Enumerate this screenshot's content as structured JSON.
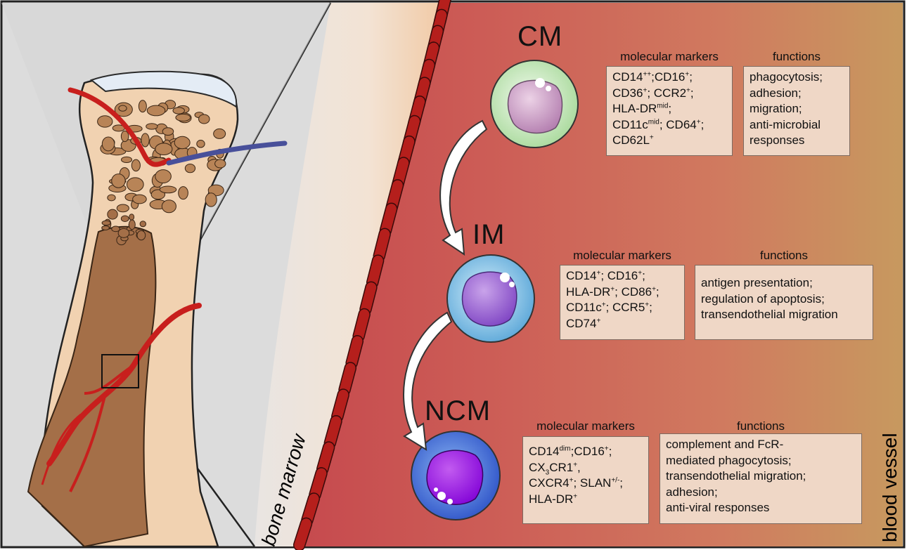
{
  "labels": {
    "bone_marrow": "bone marrow",
    "blood_vessel": "blood vessel"
  },
  "colors": {
    "background": "#cc5a4e",
    "vessel_wall": "#b51f1c",
    "bone": "#f2d2b2",
    "marrow": "#9b6741",
    "artery": "#c81f1d",
    "vein": "#48509a",
    "box_fill": "#efd7c6"
  },
  "monocytes": [
    {
      "type": "CM",
      "markers_header": "molecular markers",
      "functions_header": "functions",
      "markers": [
        [
          "CD14",
          "++",
          ";CD16",
          "+",
          ";"
        ],
        [
          "CD36",
          "+",
          "; CCR2",
          "+",
          ";"
        ],
        [
          "HLA-DR",
          "mid",
          ";"
        ],
        [
          "CD11c",
          "mid",
          "; CD64",
          "+",
          ";"
        ],
        [
          "CD62L",
          "+"
        ]
      ],
      "functions": [
        "phagocytosis;",
        "adhesion;",
        "migration;",
        "anti-microbial",
        "responses"
      ],
      "cell_color": "green-pink"
    },
    {
      "type": "IM",
      "markers_header": "molecular markers",
      "functions_header": "functions",
      "markers": [
        [
          "CD14",
          "+",
          "; CD16",
          "+",
          ";"
        ],
        [
          "HLA-DR",
          "+",
          "; CD86",
          "+",
          ";"
        ],
        [
          "CD11c",
          "+",
          "; CCR5",
          "+",
          ";"
        ],
        [
          "CD74",
          "+"
        ]
      ],
      "functions": [
        "antigen presentation;",
        "regulation of apoptosis;",
        "transendothelial migration"
      ],
      "cell_color": "light-blue-purple"
    },
    {
      "type": "NCM",
      "markers_header": "molecular markers",
      "functions_header": "functions",
      "markers": [
        [
          "CD14",
          "dim",
          ";CD16",
          "+",
          ";"
        ],
        [
          "CX",
          "3",
          "CR1",
          "+",
          ","
        ],
        [
          "CXCR4",
          "+",
          "; SLAN",
          "+/-",
          ";"
        ],
        [
          "HLA-DR",
          "+"
        ]
      ],
      "functions": [
        "complement and FcR-",
        "mediated phagocytosis;",
        "transendothelial migration;",
        "adhesion;",
        "anti-viral responses"
      ],
      "cell_color": "blue-violet"
    }
  ]
}
